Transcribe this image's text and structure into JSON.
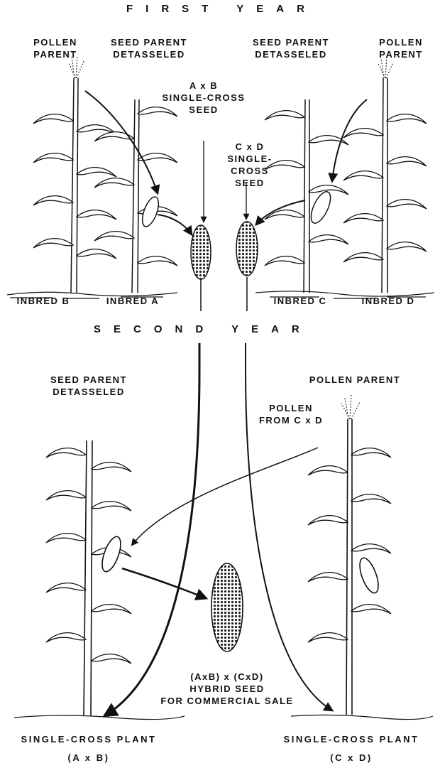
{
  "headings": {
    "first_year": "FIRST YEAR",
    "second_year": "SECOND YEAR"
  },
  "first_year": {
    "pollen_parent_left": "POLLEN\nPARENT",
    "seed_parent_left": "SEED PARENT\nDETASSELED",
    "seed_parent_right": "SEED PARENT\nDETASSELED",
    "pollen_parent_right": "POLLEN\nPARENT",
    "ab_seed": "A x B\nSINGLE-CROSS\nSEED",
    "cd_seed": "C x D\nSINGLE-CROSS\nSEED",
    "inbred_b": "INBRED B",
    "inbred_a": "INBRED A",
    "inbred_c": "INBRED C",
    "inbred_d": "INBRED D"
  },
  "second_year": {
    "seed_parent": "SEED PARENT\nDETASSELED",
    "pollen_parent": "POLLEN PARENT",
    "pollen_from": "POLLEN\nFROM C x D",
    "hybrid_seed": "(AxB) x (CxD)\nHYBRID SEED\nFOR COMMERCIAL SALE",
    "left_plant": "SINGLE-CROSS PLANT\n(A x B)",
    "right_plant": "SINGLE-CROSS PLANT\n(C x D)"
  }
}
